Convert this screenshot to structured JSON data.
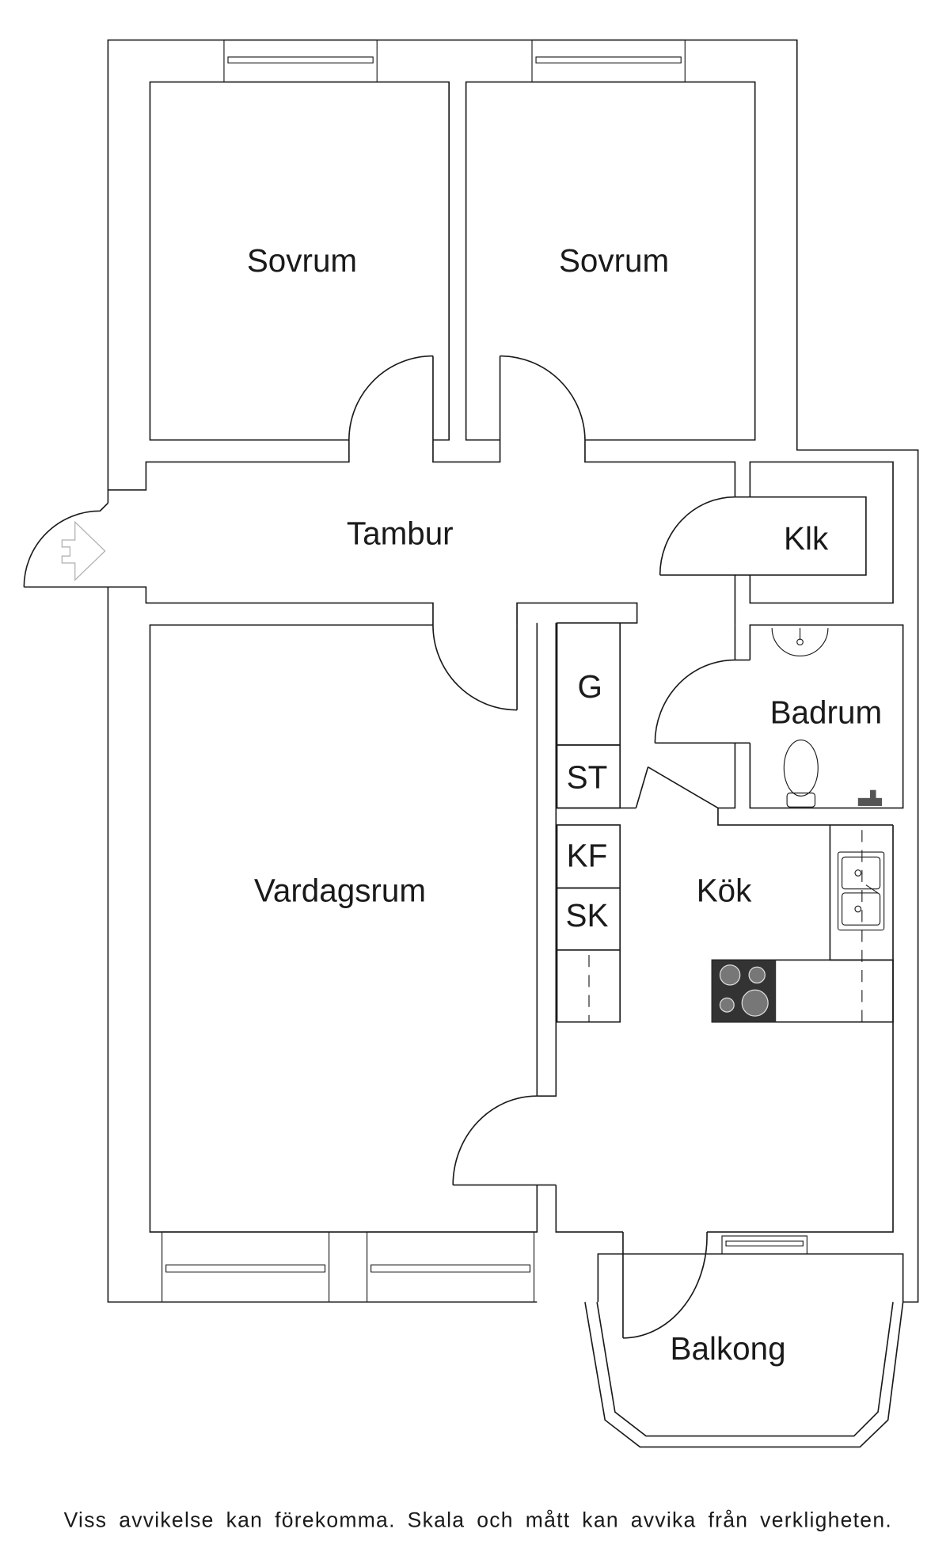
{
  "rooms": {
    "bedroom_1": "Sovrum",
    "bedroom_2": "Sovrum",
    "hall": "Tambur",
    "closet": "Klk",
    "wardrobe": "G",
    "bathroom": "Badrum",
    "storage": "ST",
    "fridge_freezer": "KF",
    "pantry": "SK",
    "living_room": "Vardagsrum",
    "kitchen": "Kök",
    "balcony": "Balkong"
  },
  "disclaimer": "Viss avvikelse kan förekomma. Skala och mått kan avvika från verkligheten.",
  "colors": {
    "line": "#1a1a1a",
    "stove": "#333333",
    "entrance_arrow": "#b0b0b0"
  }
}
